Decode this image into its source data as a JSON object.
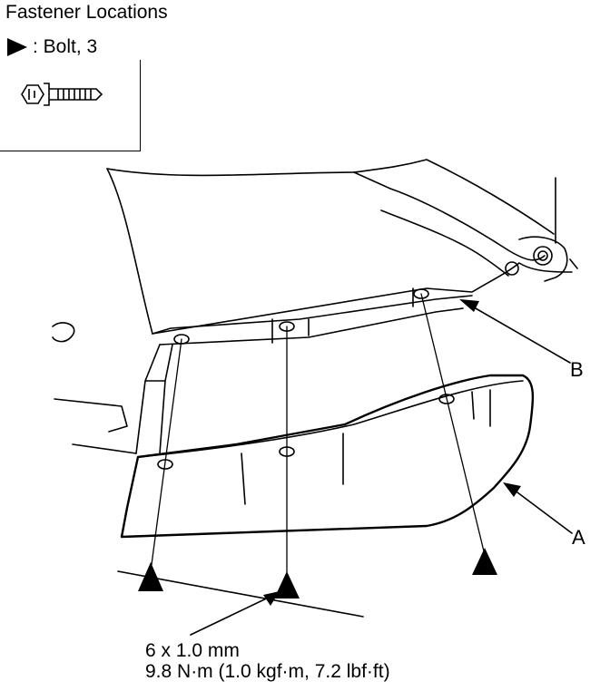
{
  "title": "Fastener Locations",
  "legend": {
    "symbol": "arrowhead-marker",
    "label": ": Bolt, 3"
  },
  "parts": {
    "a": "A",
    "b": "B"
  },
  "spec": {
    "size": "6 x 1.0 mm",
    "torque": "9.8 N·m (1.0 kgf·m, 7.2 lbf·ft)"
  },
  "icons": [
    "arrowhead-marker-icon",
    "flange-bolt-icon"
  ]
}
